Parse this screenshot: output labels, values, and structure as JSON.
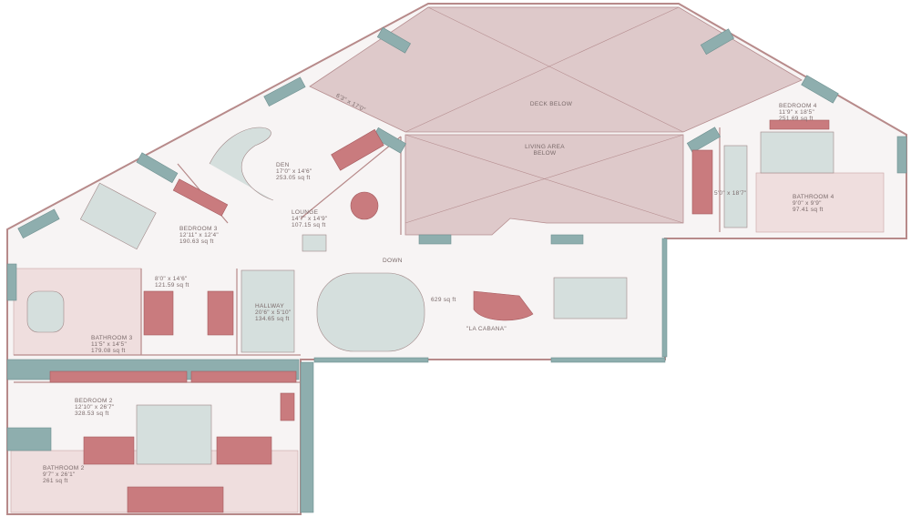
{
  "colors": {
    "deck": "#dec9ca",
    "wall_glass": "#8eaeae",
    "furniture_accent": "#c97b7e",
    "wet_room": "#efdede",
    "floor": "#f7f4f4"
  },
  "rooms": {
    "deck": {
      "name": "DECK BELOW"
    },
    "living": {
      "name": "LIVING AREA",
      "name2": "BELOW"
    },
    "den": {
      "name": "DEN",
      "dims": "17'0\" x 14'6\"",
      "area": "253.05 sq ft"
    },
    "lounge": {
      "name": "LOUNGE",
      "dims": "14'7\" x 14'9\"",
      "area": "107.15 sq ft"
    },
    "bedroom3": {
      "name": "BEDROOM 3",
      "dims": "12'11\" x 12'4\"",
      "area": "190.63 sq ft"
    },
    "closet3": {
      "dims": "8'0\" x 14'6\"",
      "area": "121.59 sq ft"
    },
    "bathroom3": {
      "name": "BATHROOM 3",
      "dims": "11'5\" x 14'5\"",
      "area": "179.08 sq ft"
    },
    "hallway": {
      "name": "HALLWAY",
      "dims": "20'6\" x 5'10\"",
      "area": "134.65 sq ft"
    },
    "stair": {
      "label": "DOWN"
    },
    "lacabana": {
      "name": "\"LA CABANA\"",
      "area": "629 sq ft"
    },
    "bedroom4": {
      "name": "BEDROOM 4",
      "dims": "11'9\" x 18'5\"",
      "area": "251.69 sq ft"
    },
    "bathroom4": {
      "name": "BATHROOM 4",
      "dims": "9'0\" x 9'9\"",
      "area": "97.41 sq ft"
    },
    "closet4": {
      "dims": "5'0\" x 18'7\""
    },
    "balcony": {
      "dims": "6'3\" x 17'0\""
    },
    "bedroom2": {
      "name": "BEDROOM 2",
      "dims": "12'10\" x 26'7\"",
      "area": "328.53 sq ft"
    },
    "bathroom2": {
      "name": "BATHROOM 2",
      "dims": "9'7\" x 26'1\"",
      "area": "261 sq ft"
    }
  }
}
